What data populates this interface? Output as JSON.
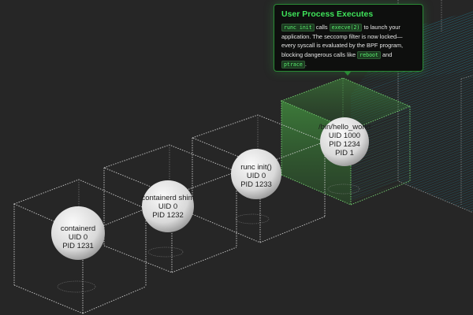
{
  "colors": {
    "background": "#262626",
    "container_stroke": "#d8d8d8",
    "active_container": "#3fb34a",
    "sandbox_container": "#1f8fa8",
    "sphere": "#e9e9e9",
    "tooltip_accent": "#3fe35a"
  },
  "processes": [
    {
      "lines": [
        "containerd",
        "UID 0",
        "PID 1231"
      ]
    },
    {
      "lines": [
        "containerd shim",
        "UID 0",
        "PID 1232"
      ]
    },
    {
      "lines": [
        "runc init()",
        "UID 0",
        "PID 1233"
      ]
    },
    {
      "lines": [
        "/bin/hello_world",
        "UID 1000",
        "PID 1234",
        "PID 1"
      ],
      "active": true
    }
  ],
  "tooltip": {
    "title": "User Process Executes",
    "code_runc": "runc init",
    "text_calls": "calls",
    "code_execve": "execve(2)",
    "text_body1": "to launch your application. The seccomp filter is now locked—every syscall is evaluated by the BPF program, blocking dangerous calls like",
    "code_reboot": "reboot",
    "text_and": "and",
    "code_ptrace": "ptrace",
    "text_end": "."
  }
}
